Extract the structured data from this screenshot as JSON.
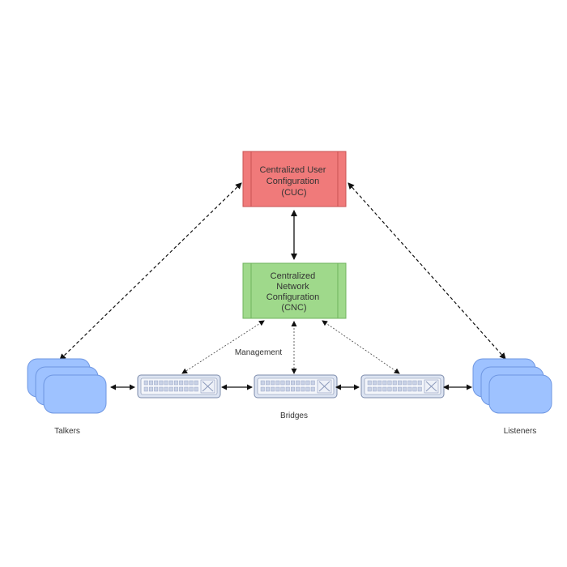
{
  "cuc": {
    "lines": [
      "Centralized User",
      "Configuration",
      "(CUC)"
    ],
    "fill": "#f07a7a",
    "stroke": "#c95151"
  },
  "cnc": {
    "lines": [
      "Centralized",
      "Network",
      "Configuration",
      "(CNC)"
    ],
    "fill": "#9fd98b",
    "stroke": "#6fb35c"
  },
  "labels": {
    "management": "Management",
    "talkers": "Talkers",
    "bridges": "Bridges",
    "listeners": "Listeners"
  },
  "colors": {
    "endpoint_fill": "#9ec2ff",
    "endpoint_stroke": "#6f97e2",
    "bridge_fill": "#dde4f2",
    "bridge_stroke": "#7c8bab",
    "arrow": "#111111",
    "management_line": "#555555"
  },
  "icons": {
    "endpoint": "endpoint-stack-icon",
    "bridge": "switch-icon"
  }
}
